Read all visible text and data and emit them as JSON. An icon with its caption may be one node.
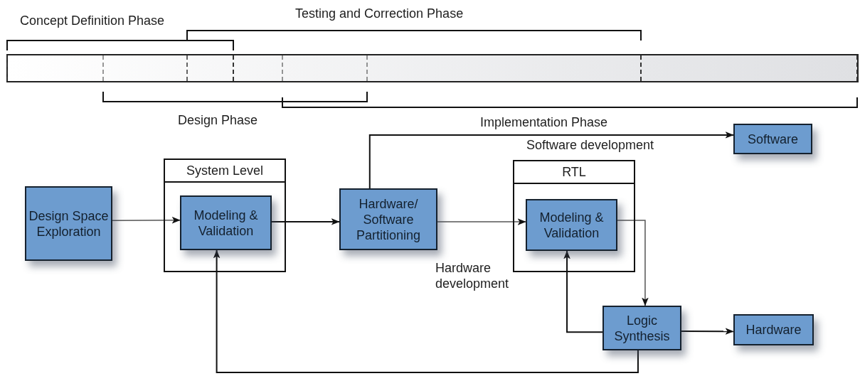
{
  "diagram": {
    "nodes": [
      {
        "text": [
          "Design Space Exploration"
        ]
      },
      {
        "text": [
          "System Level"
        ]
      },
      {
        "text": [
          "Modeling & Validation"
        ],
        "in": 1
      },
      {
        "text": [
          "Hardware/ Software Partitioning"
        ]
      },
      {
        "text": [
          "RTL"
        ]
      },
      {
        "text": [
          "Modeling & Validation"
        ],
        "in": 4
      },
      {
        "text": [
          "Software"
        ]
      },
      {
        "text": [
          "Logic Synthesis"
        ]
      },
      {
        "text": [
          "Hardware"
        ]
      }
    ],
    "edges": [
      {
        "from": 0,
        "to": 2,
        "arrow": "to"
      },
      {
        "from": 2,
        "to": 3,
        "arrow": "to"
      },
      {
        "from": 3,
        "to": 5,
        "arrow": "to",
        "label": "Hardware development"
      },
      {
        "from": 3,
        "to": 6,
        "arrow": "to",
        "label": "Software development"
      },
      {
        "from": 5,
        "to": 7,
        "arrow": "to"
      },
      {
        "from": 7,
        "to": 5,
        "arrow": "to"
      },
      {
        "from": 7,
        "to": 8,
        "arrow": "to"
      },
      {
        "from": 7,
        "to": 2,
        "arrow": "to"
      }
    ],
    "labels": [
      "Concept Definition Phase",
      "Testing and Correction Phase",
      "Design Phase",
      "Implementation Phase"
    ]
  }
}
